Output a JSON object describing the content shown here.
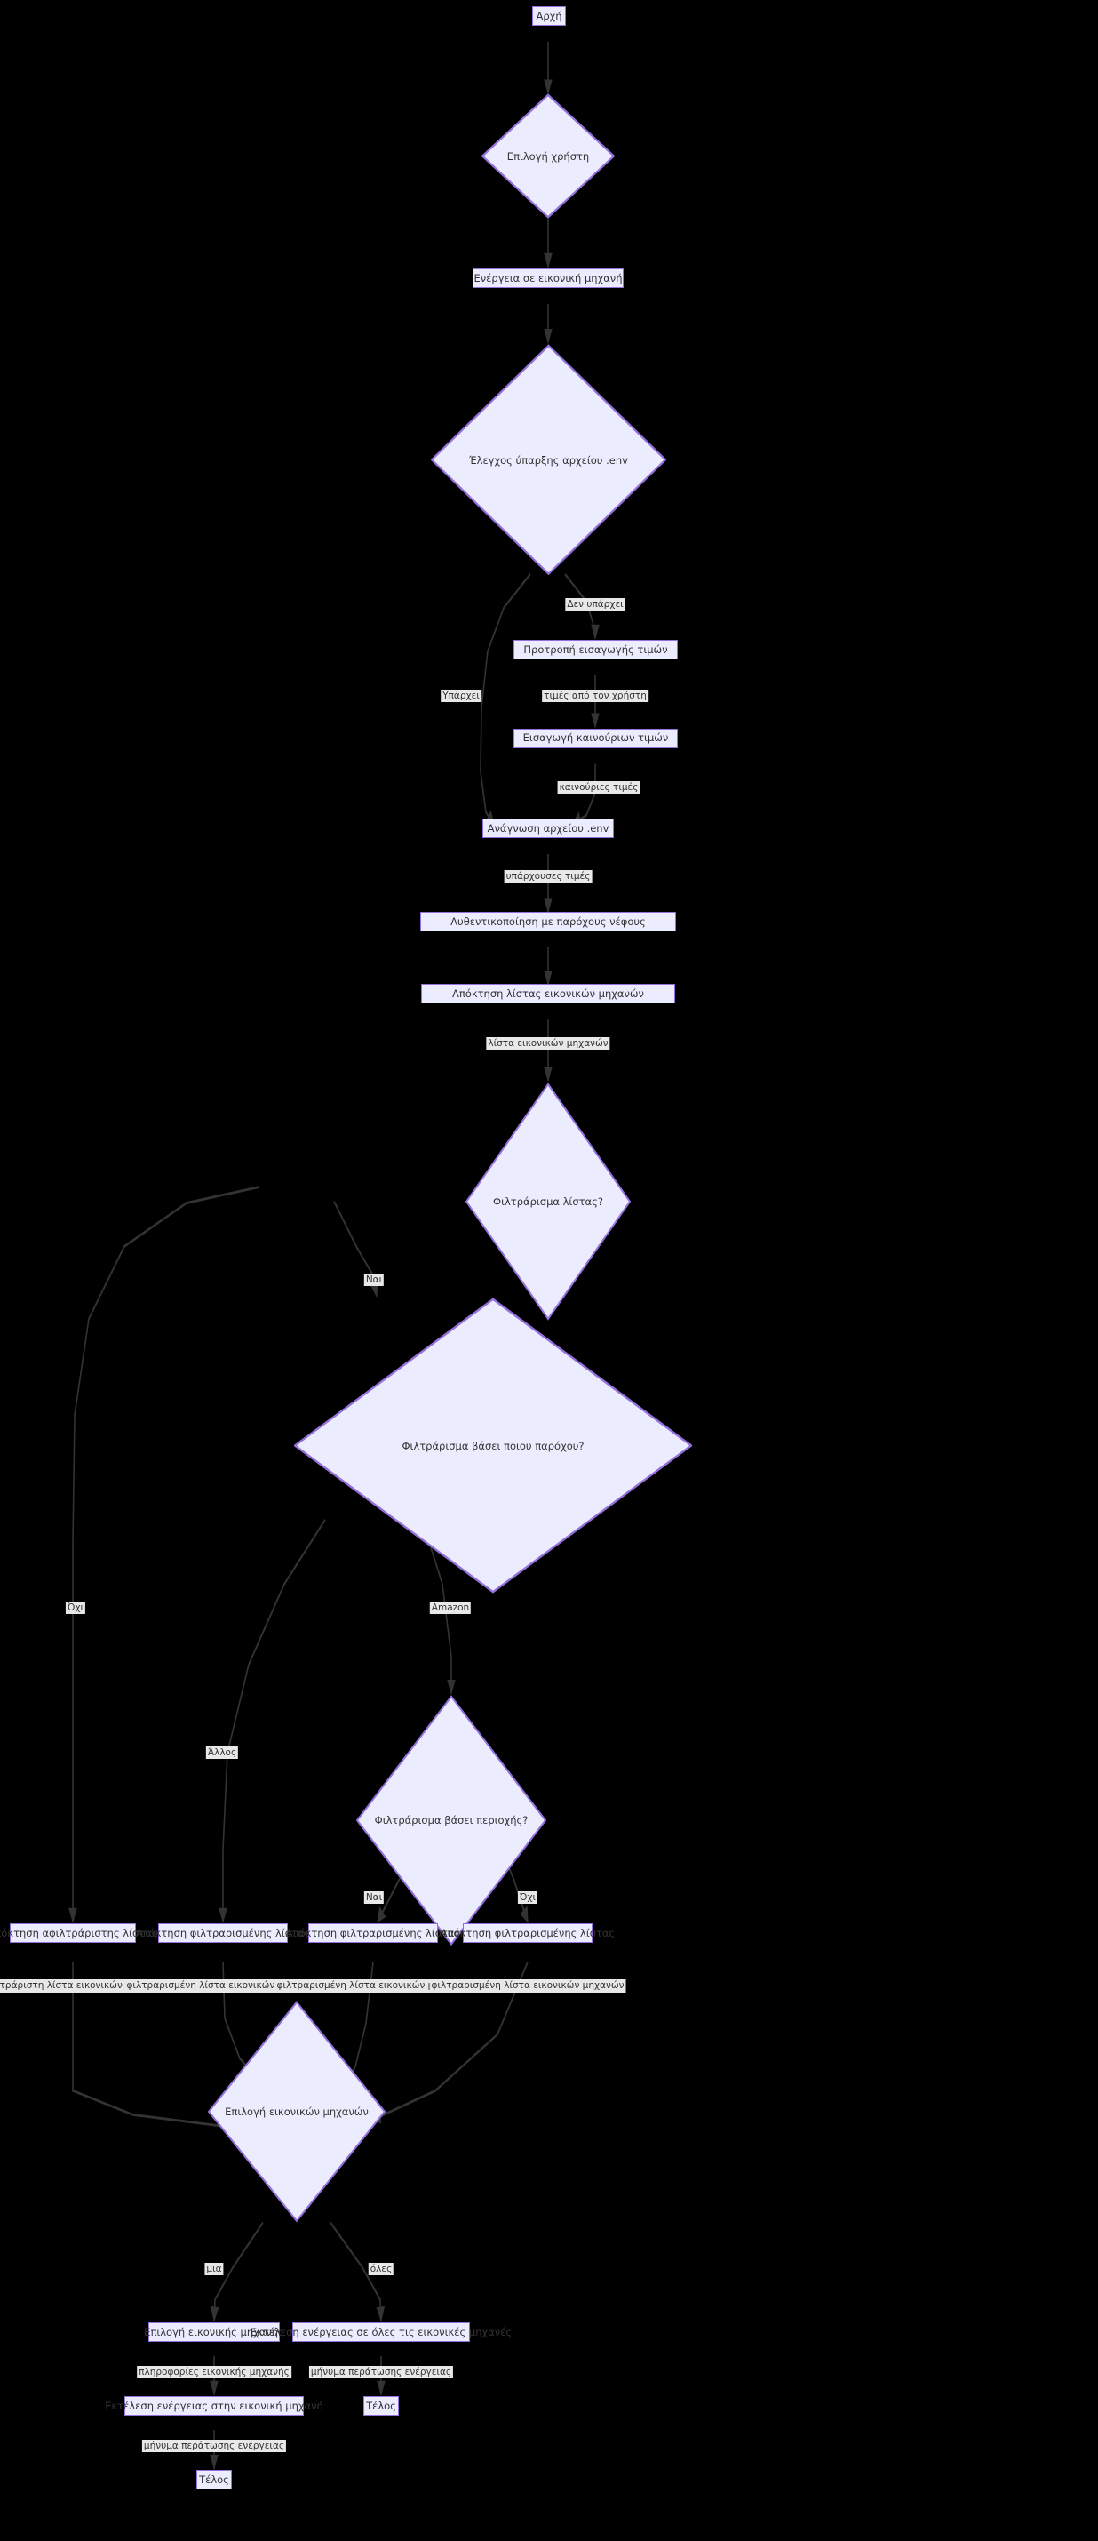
{
  "diagram": {
    "type": "flowchart",
    "direction": "top-down",
    "language": "el",
    "theme": {
      "background": "#000000",
      "node_fill": "#ECECFF",
      "node_stroke": "#9370DB",
      "text_color": "#333333",
      "edge_stroke": "#333333",
      "edge_label_background": "#e8e8e8"
    },
    "nodes": [
      {
        "id": "start",
        "shape": "rect",
        "label": "Αρχή"
      },
      {
        "id": "user_choice",
        "shape": "diamond",
        "label": "Επιλογή χρήστη"
      },
      {
        "id": "vm_action",
        "shape": "rect",
        "label": "Ενέργεια σε εικονική μηχανή"
      },
      {
        "id": "check_env",
        "shape": "diamond",
        "label": "Έλεγχος ύπαρξης αρχείου .env"
      },
      {
        "id": "prompt_values",
        "shape": "rect",
        "label": "Προτροπή εισαγωγής τιμών"
      },
      {
        "id": "enter_values",
        "shape": "rect",
        "label": "Εισαγωγή καινούριων τιμών"
      },
      {
        "id": "read_env",
        "shape": "rect",
        "label": "Ανάγνωση αρχείου .env"
      },
      {
        "id": "auth_cloud",
        "shape": "rect",
        "label": "Αυθεντικοποίηση με παρόχους νέφους"
      },
      {
        "id": "get_vm_list",
        "shape": "rect",
        "label": "Απόκτηση λίστας εικονικών μηχανών"
      },
      {
        "id": "filter_list",
        "shape": "diamond",
        "label": "Φιλτράρισμα λίστας?"
      },
      {
        "id": "filter_provider",
        "shape": "diamond",
        "label": "Φιλτράρισμα βάσει ποιου παρόχου?"
      },
      {
        "id": "filter_region",
        "shape": "diamond",
        "label": "Φιλτράρισμα βάσει περιοχής?"
      },
      {
        "id": "get_unfiltered",
        "shape": "rect",
        "label": "Απόκτηση αφιλτράριστης λίστας"
      },
      {
        "id": "get_filtered_other",
        "shape": "rect",
        "label": "Απόκτηση φιλτραρισμένης λίστας"
      },
      {
        "id": "get_filtered_yes",
        "shape": "rect",
        "label": "Απόκτηση φιλτραρισμένης λίστας"
      },
      {
        "id": "get_filtered_no",
        "shape": "rect",
        "label": "Απόκτηση φιλτραρισμένης λίστας"
      },
      {
        "id": "select_vms",
        "shape": "diamond",
        "label": "Επιλογή εικονικών μηχανών"
      },
      {
        "id": "select_one_vm",
        "shape": "rect",
        "label": "Επιλογή εικονικής μηχανής"
      },
      {
        "id": "exec_one",
        "shape": "rect",
        "label": "Εκτέλεση ενέργειας στην εικονική μηχανή"
      },
      {
        "id": "end_one",
        "shape": "rect",
        "label": "Τέλος"
      },
      {
        "id": "exec_all",
        "shape": "rect",
        "label": "Εκτέλεση ενέργειας σε όλες τις εικονικές μηχανές"
      },
      {
        "id": "end_all",
        "shape": "rect",
        "label": "Τέλος"
      }
    ],
    "edges": [
      {
        "from": "start",
        "to": "user_choice",
        "label": ""
      },
      {
        "from": "user_choice",
        "to": "vm_action",
        "label": ""
      },
      {
        "from": "vm_action",
        "to": "check_env",
        "label": ""
      },
      {
        "from": "check_env",
        "to": "prompt_values",
        "label": "Δεν υπάρχει"
      },
      {
        "from": "check_env",
        "to": "read_env",
        "label": "Υπάρχει"
      },
      {
        "from": "prompt_values",
        "to": "enter_values",
        "label": "τιμές από τον χρήστη"
      },
      {
        "from": "enter_values",
        "to": "read_env",
        "label": "καινούριες τιμές"
      },
      {
        "from": "read_env",
        "to": "auth_cloud",
        "label": "υπάρχουσες τιμές"
      },
      {
        "from": "auth_cloud",
        "to": "get_vm_list",
        "label": ""
      },
      {
        "from": "get_vm_list",
        "to": "filter_list",
        "label": "λίστα εικονικών μηχανών"
      },
      {
        "from": "filter_list",
        "to": "filter_provider",
        "label": "Ναι"
      },
      {
        "from": "filter_list",
        "to": "get_unfiltered",
        "label": "Όχι"
      },
      {
        "from": "filter_provider",
        "to": "get_filtered_other",
        "label": "Άλλος"
      },
      {
        "from": "filter_provider",
        "to": "filter_region",
        "label": "Amazon"
      },
      {
        "from": "filter_region",
        "to": "get_filtered_yes",
        "label": "Ναι"
      },
      {
        "from": "filter_region",
        "to": "get_filtered_no",
        "label": "Όχι"
      },
      {
        "from": "get_unfiltered",
        "to": "select_vms",
        "label": "αφιλτράριστη λίστα εικονικών μηχανών"
      },
      {
        "from": "get_filtered_other",
        "to": "select_vms",
        "label": "φιλτραρισμένη λίστα εικονικών μηχανών"
      },
      {
        "from": "get_filtered_yes",
        "to": "select_vms",
        "label": "φιλτραρισμένη λίστα εικονικών μηχανών"
      },
      {
        "from": "get_filtered_no",
        "to": "select_vms",
        "label": "φιλτραρισμένη λίστα εικονικών μηχανών"
      },
      {
        "from": "select_vms",
        "to": "select_one_vm",
        "label": "μια"
      },
      {
        "from": "select_vms",
        "to": "exec_all",
        "label": "όλες"
      },
      {
        "from": "select_one_vm",
        "to": "exec_one",
        "label": "πληροφορίες εικονικής μηχανής"
      },
      {
        "from": "exec_one",
        "to": "end_one",
        "label": "μήνυμα περάτωσης ενέργειας"
      },
      {
        "from": "exec_all",
        "to": "end_all",
        "label": "μήνυμα περάτωσης ενέργειας"
      }
    ]
  }
}
